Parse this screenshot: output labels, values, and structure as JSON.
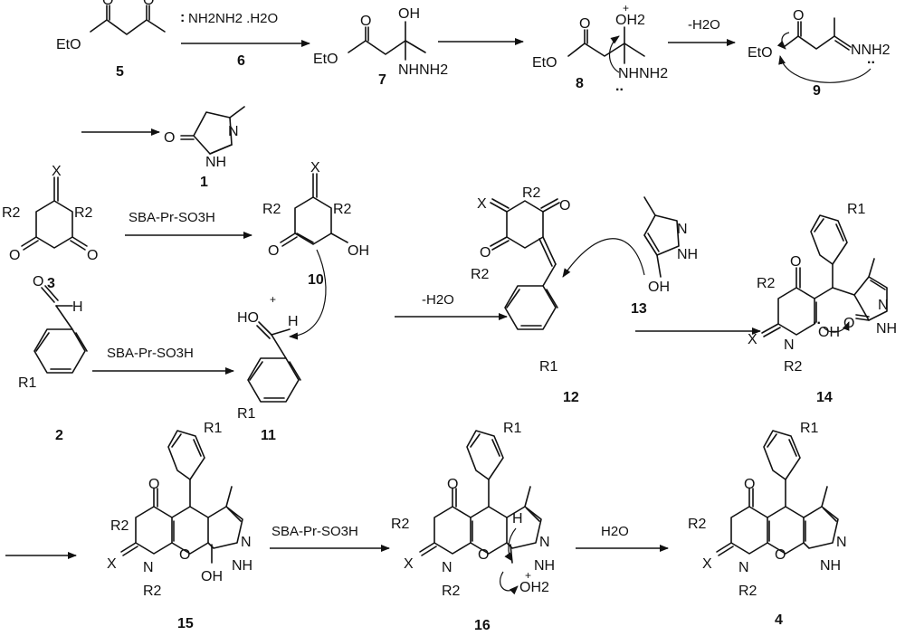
{
  "scheme": {
    "atoms": {
      "eto": "EtO",
      "o": "O",
      "oh": "OH",
      "oh2": "OH2",
      "h": "H",
      "n": "N",
      "nh": "NH",
      "nhnh2": "NHNH2",
      "nnh2": "NNH2",
      "r1": "R1",
      "r2": "R2",
      "x": "X",
      "ho": "HO",
      "plus": "+",
      "lonepair": ":",
      "twodots": "..",
      "hydrazine": "NH2NH2 .H2O"
    },
    "reagents": {
      "water_loss": "-H2O",
      "catalyst": "SBA-Pr-SO3H",
      "water": "H2O"
    },
    "labels": {
      "c5": "5",
      "c6": "6",
      "c7": "7",
      "c8": "8",
      "c9": "9",
      "c1": "1",
      "c3": "3",
      "c10": "10",
      "c12": "12",
      "c13": "13",
      "c2": "2",
      "c11": "11",
      "c14": "14",
      "c15": "15",
      "c16": "16",
      "c4": "4"
    }
  }
}
